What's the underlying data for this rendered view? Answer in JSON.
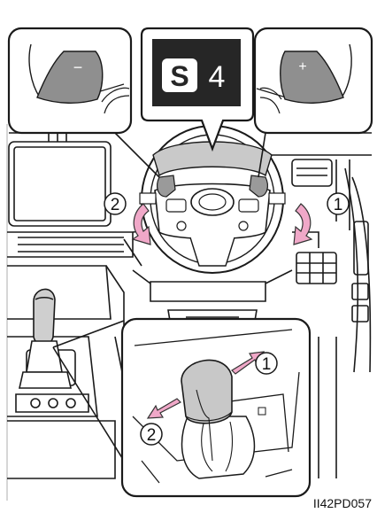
{
  "display": {
    "mode_letter": "S",
    "gear": "4"
  },
  "paddles": {
    "left_symbol": "−",
    "right_symbol": "+"
  },
  "callouts": {
    "wheel_right": "1",
    "wheel_left": "2",
    "lever_up": "1",
    "lever_down": "2"
  },
  "figure_code": "II42PD057",
  "colors": {
    "arrow": "#f0a8c8",
    "arrow_stroke": "#333333",
    "paddle": "#999999",
    "display_bg": "#222222",
    "line": "#1a1a1a"
  }
}
